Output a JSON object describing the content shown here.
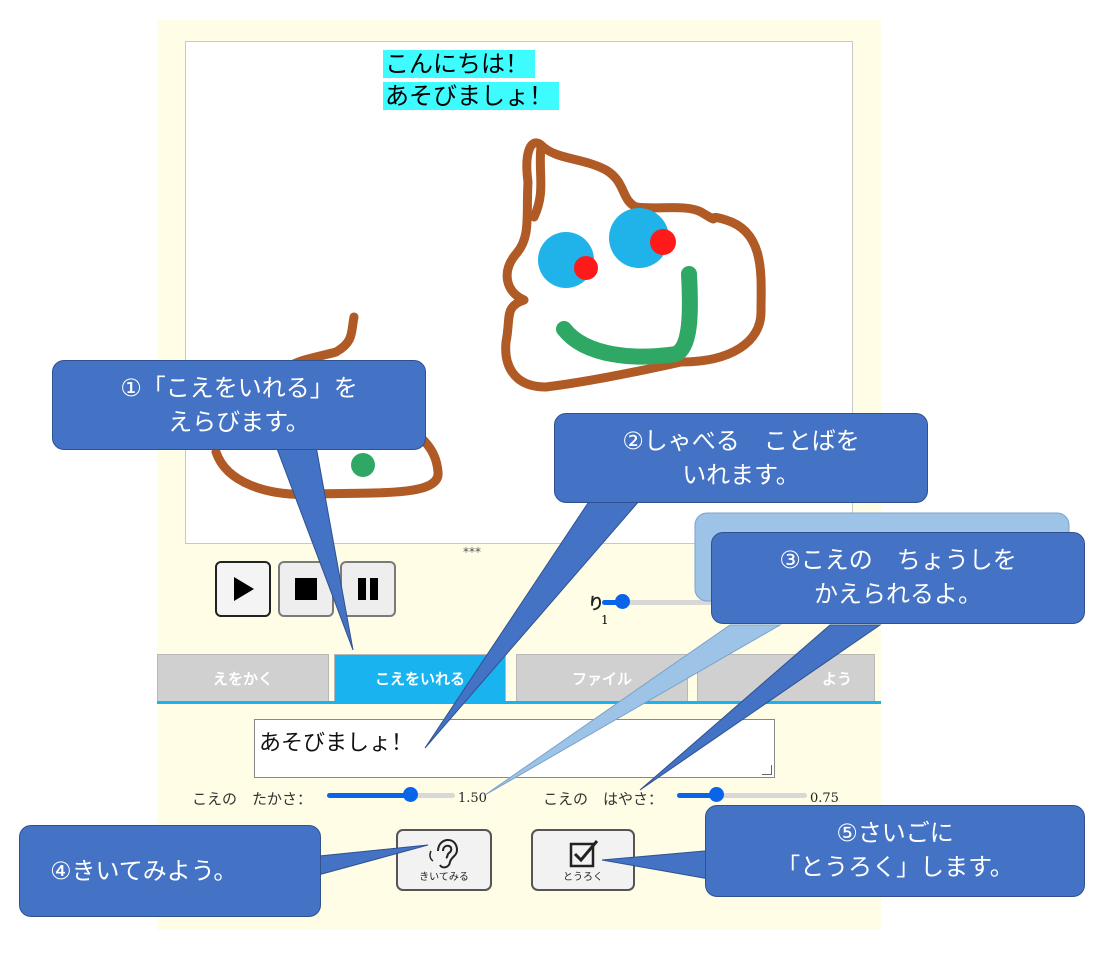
{
  "canvas": {
    "speech_lines": [
      "こんにちは！",
      "あそびましょ！"
    ],
    "dots": "***"
  },
  "controls": {
    "play_icon": "play-icon",
    "stop_icon": "stop-icon",
    "pause_icon": "pause-icon",
    "partial_label": "り",
    "small_slider_value_label": "1",
    "small_slider_value": 1
  },
  "tabs": [
    {
      "label": "えをかく",
      "active": false
    },
    {
      "label": "こえをいれる",
      "active": true
    },
    {
      "label": "ファイル",
      "active": false
    },
    {
      "label": "よう",
      "active": false
    }
  ],
  "voice": {
    "text_value": "あそびましょ！",
    "pitch_label": "こえの　たかさ：",
    "pitch_value": "1.50",
    "pitch_fraction": 0.65,
    "speed_label": "こえの　はやさ：",
    "speed_value": "0.75",
    "speed_fraction": 0.3
  },
  "buttons": {
    "listen_label": "きいてみる",
    "listen_icon": "ear-icon",
    "register_label": "とうろく",
    "register_icon": "checkbox-icon"
  },
  "callouts": {
    "c1": [
      "①「こえをいれる」を",
      "えらびます。"
    ],
    "c2": [
      "②しゃべる　ことばを",
      "いれます。"
    ],
    "c3": [
      "③こえの　ちょうしを",
      "かえられるよ。"
    ],
    "c4": "④きいてみよう。",
    "c5": [
      "⑤さいごに",
      "「とうろく」します。"
    ]
  },
  "colors": {
    "accent": "#19b4f0",
    "callout": "#4472c4",
    "speech_bg": "#3dfbff",
    "slider": "#0a64ea"
  }
}
